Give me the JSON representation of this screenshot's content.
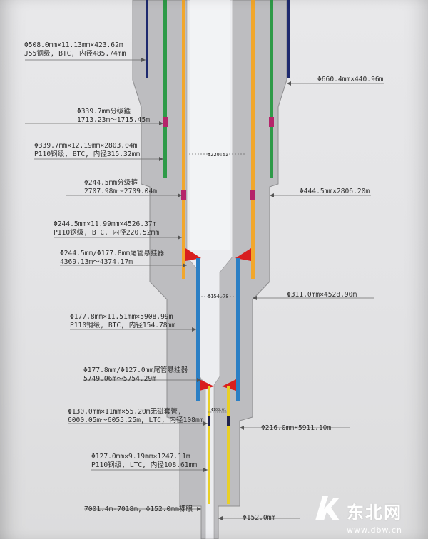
{
  "diagram": {
    "colors": {
      "casing_gray": "#b8b8bb",
      "outline": "#8a8a8c",
      "string_navy": "#1e2a6e",
      "string_green": "#2e9a48",
      "string_orange": "#f2a72c",
      "string_blue": "#2b7fc4",
      "string_yellow": "#e9cf27",
      "stage_collar": "#b5246a",
      "hanger_red": "#d81f1f",
      "leader_line": "#555555"
    },
    "labels": {
      "casing_508": [
        "Φ508.0mm×11.13mm×423.62m",
        "J55钢级, BTC, 内径485.74mm"
      ],
      "hole_660": "Φ660.4mm×440.96m",
      "stage_collar_339": [
        "Φ339.7mm分级箍",
        "1713.23m～1715.45m"
      ],
      "casing_339": [
        "Φ339.7mm×12.19mm×2803.04m",
        "P110钢级, BTC, 内径315.32mm"
      ],
      "id_220": "Φ220.52",
      "stage_collar_244": [
        "Φ244.5mm分级箍",
        "2707.98m～2709.04m"
      ],
      "hole_444": "Φ444.5mm×2806.20m",
      "casing_244": [
        "Φ244.5mm×11.99mm×4526.37m",
        "P110钢级, BTC, 内径220.52mm"
      ],
      "hanger_244_177": [
        "Φ244.5mm/Φ177.8mm尾管悬挂器",
        "4369.13m～4374.17m"
      ],
      "id_154": "Φ154.78",
      "hole_311": "Φ311.0mm×4528.90m",
      "liner_177": [
        "Φ177.8mm×11.51mm×5908.99m",
        "P110钢级, BTC, 内径154.78mm"
      ],
      "hanger_177_127": [
        "Φ177.8mm/Φ127.0mm尾管悬挂器",
        "5749.06m～5754.29m"
      ],
      "nonmag_130": [
        "Φ130.0mm×11mm×55.20m无磁套管,",
        "6000.05m～6055.25m, LTC, 内径108mm"
      ],
      "id_108": "Φ108.61",
      "hole_216": "Φ216.0mm×5911.10m",
      "liner_127": [
        "Φ127.0mm×9.19mm×1247.11m",
        "P110钢级, LTC, 内径108.61mm"
      ],
      "open_hole": "7001.4m-7018m, Φ152.0mm裸眼",
      "hole_152": "Φ152.0mm"
    }
  },
  "watermark": {
    "brand": "东北网",
    "url": "www.dbw.cn"
  }
}
